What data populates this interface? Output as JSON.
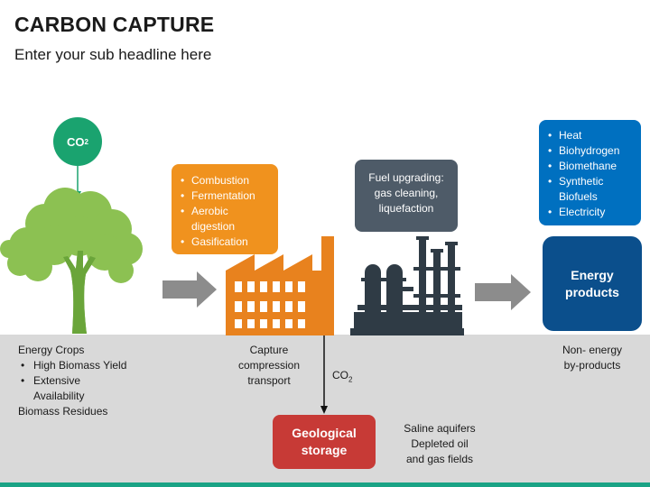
{
  "header": {
    "title": "CARBON CAPTURE",
    "subtitle": "Enter your sub headline here"
  },
  "co2_circle": {
    "main": "CO",
    "sub": "2"
  },
  "process_box": {
    "items": [
      "Combustion",
      "Fermentation",
      "Aerobic digestion",
      "Gasification"
    ]
  },
  "fuel_box": {
    "lines": [
      "Fuel upgrading:",
      "gas cleaning,",
      "liquefaction"
    ]
  },
  "outputs_box": {
    "items": [
      "Heat",
      "Biohydrogen",
      "Biomethane",
      "Synthetic Biofuels",
      "Electricity"
    ]
  },
  "energy_products": {
    "lines": [
      "Energy",
      "products"
    ]
  },
  "geological_storage": {
    "lines": [
      "Geological",
      "storage"
    ]
  },
  "inputs_text": {
    "heading": "Energy Crops",
    "items": [
      "High Biomass Yield",
      "Extensive Availability"
    ],
    "footer": "Biomass Residues"
  },
  "capture_text": {
    "lines": [
      "Capture",
      "compression",
      "transport"
    ]
  },
  "co2_label": {
    "main": "CO",
    "sub": "2"
  },
  "nonenergy_text": {
    "lines": [
      "Non- energy",
      "by-products"
    ]
  },
  "storage_sites_text": {
    "lines": [
      "Saline aquifers",
      "Depleted oil",
      "and gas fields"
    ]
  },
  "colors": {
    "co2_green": "#1aa36f",
    "tree_green": "#8cc152",
    "trunk_green": "#6aa53a",
    "orange": "#f0921e",
    "factory_orange": "#e8821e",
    "slate": "#4e5b68",
    "plant_dark": "#2f3b45",
    "blue": "#0070c0",
    "navy": "#0b4f8c",
    "red": "#c73a36",
    "arrow_gray": "#8c8c8c",
    "band_gray": "#d9d9d9",
    "accent_teal": "#1aa385"
  }
}
